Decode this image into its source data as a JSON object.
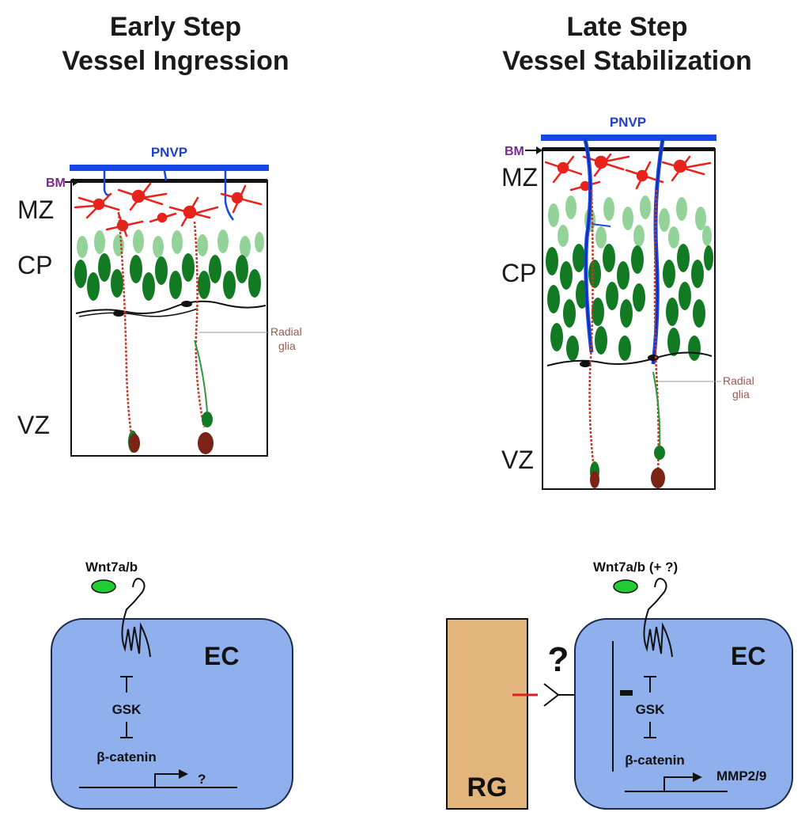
{
  "left": {
    "title_line1": "Early Step",
    "title_line2": "Vessel Ingression",
    "pnvp": "PNVP",
    "bm": "BM",
    "zones": [
      "MZ",
      "CP",
      "VZ"
    ],
    "radial_glia_line1": "Radial",
    "radial_glia_line2": "glia",
    "ec": "EC",
    "ligand": "Wnt7a/b",
    "gsk": "GSK",
    "catenin": "β-catenin",
    "target": "?"
  },
  "right": {
    "title_line1": "Late Step",
    "title_line2": "Vessel Stabilization",
    "pnvp": "PNVP",
    "bm": "BM",
    "zones": [
      "MZ",
      "CP",
      "VZ"
    ],
    "radial_glia_line1": "Radial",
    "radial_glia_line2": "glia",
    "ec": "EC",
    "ligand": "Wnt7a/b (+ ?)",
    "gsk": "GSK",
    "catenin": "β-catenin",
    "target": "MMP2/9",
    "rg": "RG",
    "question": "?"
  },
  "colors": {
    "pnvp_bar": "#1747e6",
    "ec_fill": "#8fb0ec",
    "rg_fill": "#e2b57d",
    "ligand": "#22cc33",
    "microglia": "#e8231c",
    "neuron_light": "#93d39a",
    "neuron_dark": "#137a24",
    "signal_block": "#e02020"
  }
}
